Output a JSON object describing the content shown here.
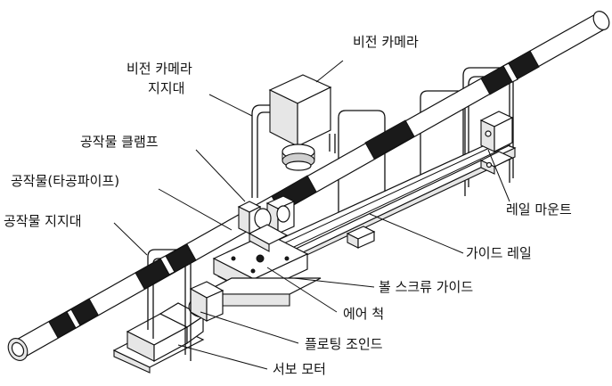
{
  "labels": {
    "vision_camera": "비전 카메라",
    "camera_support_line1": "비전 카메라",
    "camera_support_line2": "지지대",
    "workpiece_clamp": "공작물 클램프",
    "workpiece": "공작물(타공파이프)",
    "workpiece_support": "공작물 지지대",
    "rail_mount": "레일 마운트",
    "guide_rail": "가이드 레일",
    "ball_screw_guide": "볼 스크류 가이드",
    "air_chuck": "에어 척",
    "floating_joint": "플로팅 조인드",
    "servo_motor": "서보 모터"
  }
}
